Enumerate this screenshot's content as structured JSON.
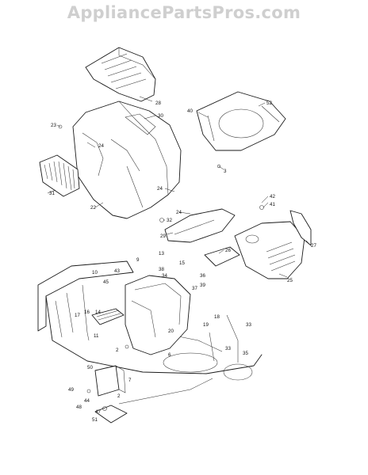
{
  "watermark": "AppliancePartsPros.com",
  "callouts": [
    {
      "id": "c28",
      "label": "28"
    },
    {
      "id": "c30",
      "label": "30"
    },
    {
      "id": "c23",
      "label": "23"
    },
    {
      "id": "c24a",
      "label": "24"
    },
    {
      "id": "c31",
      "label": "31"
    },
    {
      "id": "c22",
      "label": "22"
    },
    {
      "id": "c24b",
      "label": "24"
    },
    {
      "id": "c40",
      "label": "40"
    },
    {
      "id": "c52",
      "label": "52"
    },
    {
      "id": "c3",
      "label": "3"
    },
    {
      "id": "c42",
      "label": "42"
    },
    {
      "id": "c41",
      "label": "41"
    },
    {
      "id": "c24c",
      "label": "24"
    },
    {
      "id": "c32",
      "label": "32"
    },
    {
      "id": "c29",
      "label": "29"
    },
    {
      "id": "c26",
      "label": "26"
    },
    {
      "id": "c27",
      "label": "27"
    },
    {
      "id": "c25",
      "label": "25"
    },
    {
      "id": "c13",
      "label": "13"
    },
    {
      "id": "c9",
      "label": "9"
    },
    {
      "id": "c38",
      "label": "38"
    },
    {
      "id": "c34",
      "label": "34"
    },
    {
      "id": "c15",
      "label": "15"
    },
    {
      "id": "c36",
      "label": "36"
    },
    {
      "id": "c39",
      "label": "39"
    },
    {
      "id": "c37",
      "label": "37"
    },
    {
      "id": "c10",
      "label": "10"
    },
    {
      "id": "c43",
      "label": "43"
    },
    {
      "id": "c45",
      "label": "45"
    },
    {
      "id": "c16",
      "label": "16"
    },
    {
      "id": "c14",
      "label": "14"
    },
    {
      "id": "c17",
      "label": "17"
    },
    {
      "id": "c11",
      "label": "11"
    },
    {
      "id": "c18",
      "label": "18"
    },
    {
      "id": "c19",
      "label": "19"
    },
    {
      "id": "c33a",
      "label": "33"
    },
    {
      "id": "c20",
      "label": "20"
    },
    {
      "id": "c2a",
      "label": "2"
    },
    {
      "id": "c6",
      "label": "6"
    },
    {
      "id": "c33b",
      "label": "33"
    },
    {
      "id": "c35",
      "label": "35"
    },
    {
      "id": "c7",
      "label": "7"
    },
    {
      "id": "c50",
      "label": "50"
    },
    {
      "id": "c2b",
      "label": "2"
    },
    {
      "id": "c49",
      "label": "49"
    },
    {
      "id": "c44",
      "label": "44"
    },
    {
      "id": "c48",
      "label": "48"
    },
    {
      "id": "c47",
      "label": "47"
    },
    {
      "id": "c51",
      "label": "51"
    }
  ]
}
